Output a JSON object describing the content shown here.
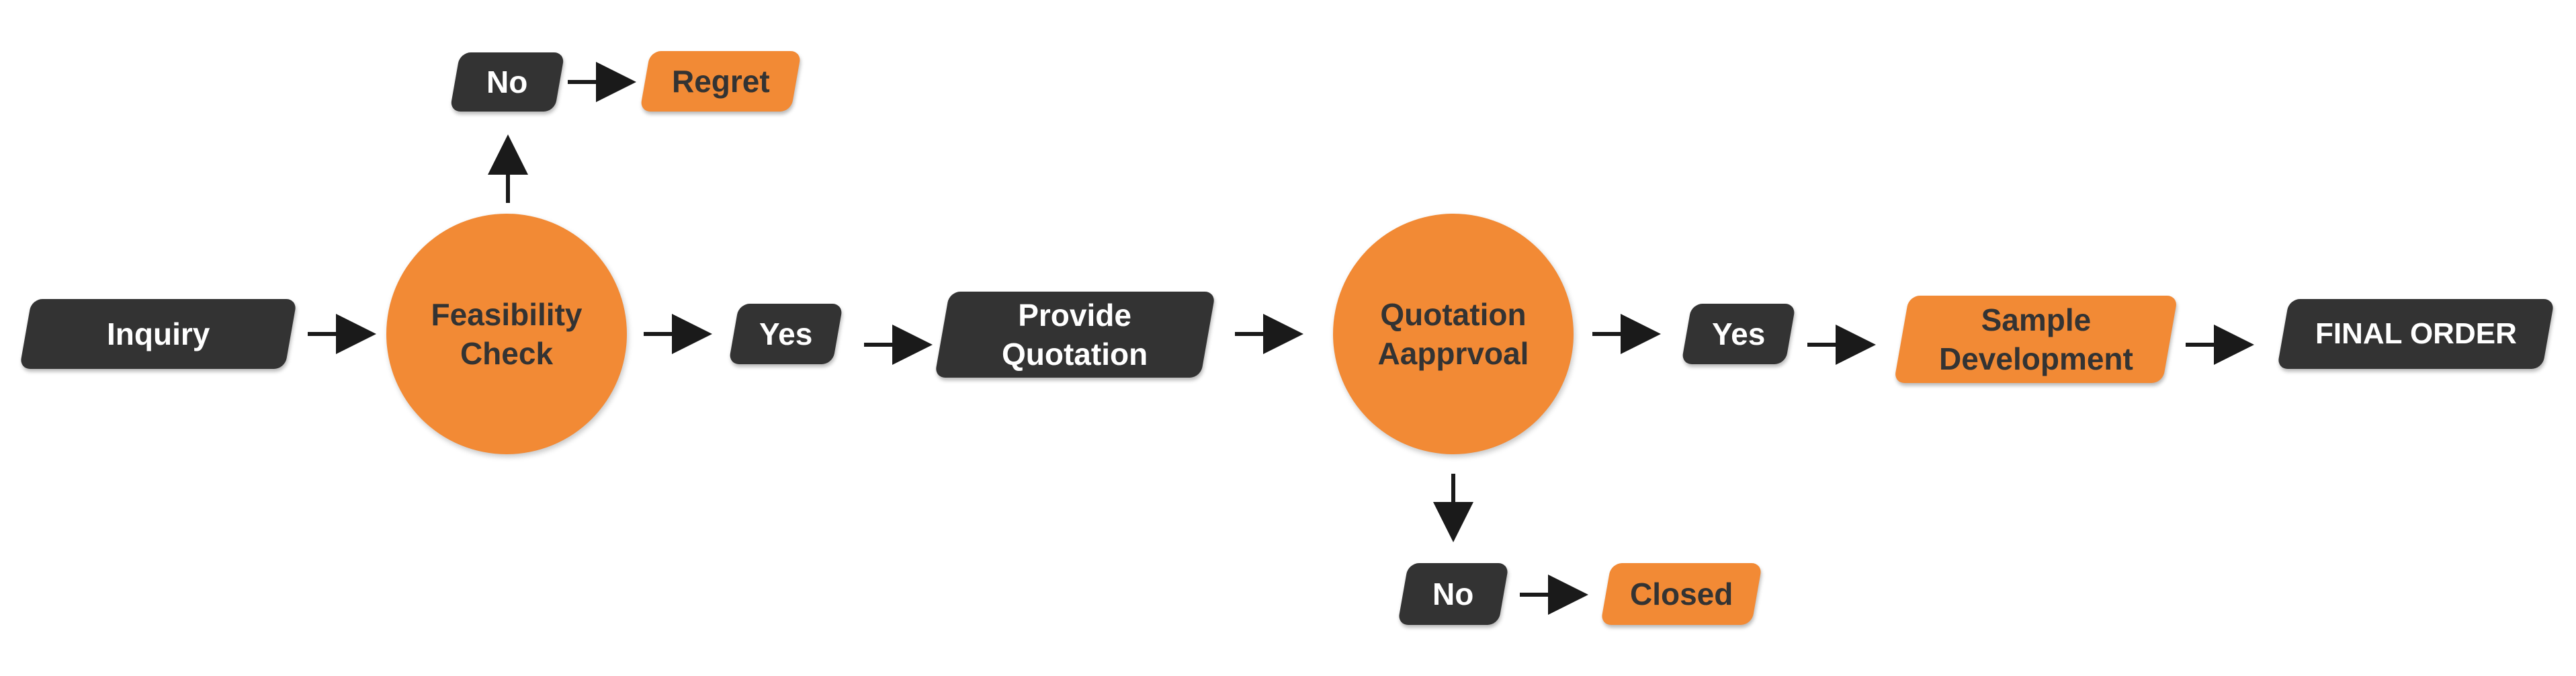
{
  "nodes": {
    "inquiry": "Inquiry",
    "feasibility_check": [
      "Feasibility",
      "Check"
    ],
    "feasibility_no": "No",
    "regret": "Regret",
    "feasibility_yes": "Yes",
    "provide_quotation": [
      "Provide",
      "Quotation"
    ],
    "quotation_approval": [
      "Quotation",
      "Aapprvoal"
    ],
    "approval_yes": "Yes",
    "approval_no": "No",
    "closed": "Closed",
    "sample_development": [
      "Sample",
      "Development"
    ],
    "final_order": "FINAL ORDER"
  },
  "colors": {
    "dark": "#333333",
    "accent": "#f28a35",
    "arrow": "#1a1a1a"
  }
}
